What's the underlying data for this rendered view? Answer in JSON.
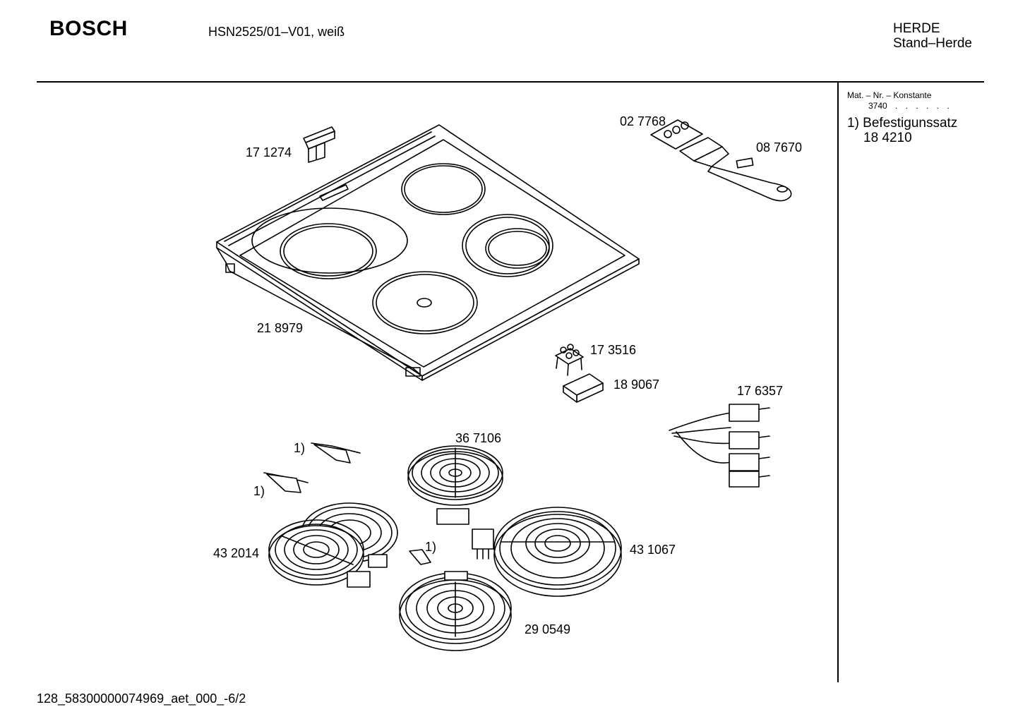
{
  "header": {
    "brand": "BOSCH",
    "model": "HSN2525/01–V01, weiß",
    "category": "HERDE",
    "subcategory": "Stand–Herde"
  },
  "sidebar": {
    "heading": "Mat. – Nr. – Konstante",
    "code": "3740",
    "code_dots": ". . . . . .",
    "items": [
      {
        "label": "1) Befestigunssatz",
        "part": "18 4210"
      }
    ]
  },
  "parts": {
    "p171274": "17 1274",
    "p027768": "02 7768",
    "p087670": "08 7670",
    "p218979": "21 8979",
    "p173516": "17 3516",
    "p189067": "18 9067",
    "p176357": "17 6357",
    "p367106": "36 7106",
    "p432014": "43 2014",
    "p431067": "43 1067",
    "p290549": "29 0549",
    "note_a": "1)",
    "note_b": "1)",
    "note_c": "1)"
  },
  "footer": {
    "doc_id": "128_58300000074969_aet_000_-6/2"
  }
}
